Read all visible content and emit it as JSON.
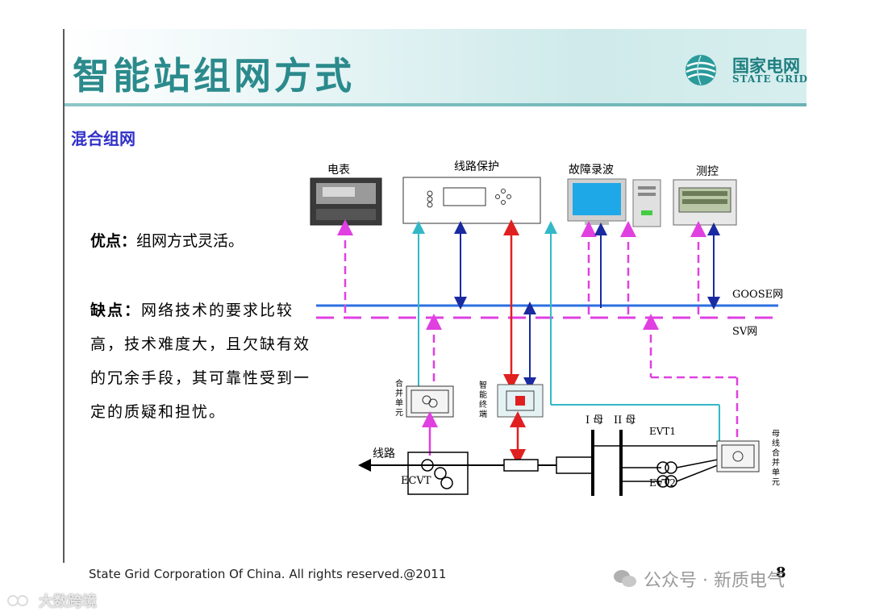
{
  "header": {
    "title": "智能站组网方式",
    "logo_cn": "国家电网",
    "logo_en": "STATE GRID"
  },
  "section_heading": "混合组网",
  "pros": {
    "label": "优点：",
    "text": "组网方式灵活。"
  },
  "cons": {
    "label": "缺点：",
    "text": "网络技术的要求比较高，技术难度大，且欠缺有效的冗余手段，其可靠性受到一定的质疑和担忧。"
  },
  "diagram": {
    "devices": {
      "meter": "电表",
      "line_protection": "线路保护",
      "fault_recorder": "故障录波",
      "measure_control": "测控"
    },
    "networks": {
      "goose": "GOOSE网",
      "sv": "SV网"
    },
    "merging_unit": "合并单元",
    "smart_terminal": "智能终端",
    "bus_labels": {
      "bus1": "I 母",
      "bus2": "II 母"
    },
    "line_label": "线路",
    "ecvt": "ECVT",
    "evt1": "EVT1",
    "evt2": "EVT2",
    "bus_merging_unit": "母线合并单元",
    "colors": {
      "goose": "#2b6fe0",
      "sv": "#e040e0",
      "cyan": "#33b8c8",
      "navy": "#1a2aa0",
      "red": "#e02020"
    }
  },
  "footer": {
    "copyright": "State Grid Corporation Of China. All rights reserved.@2011",
    "page": "8"
  },
  "watermarks": {
    "wechat": "公众号 · 新质电气",
    "bottom_left": "大数跨境"
  }
}
